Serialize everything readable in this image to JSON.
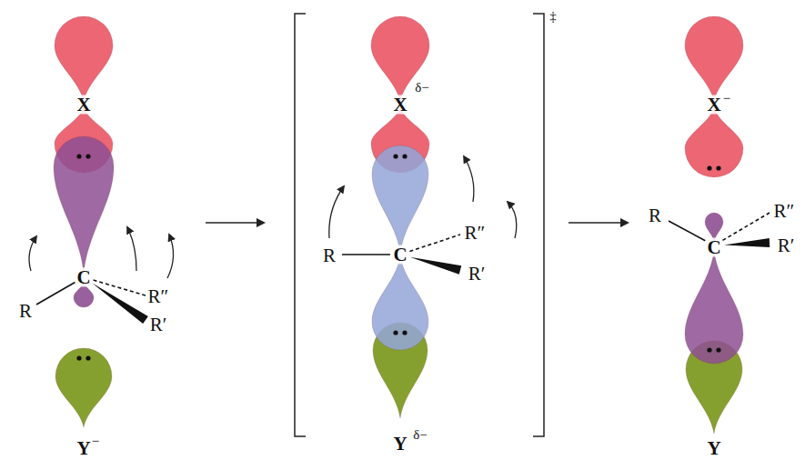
{
  "diagram": {
    "labels": [
      "X",
      "C",
      "R",
      "R″",
      "R′",
      "Y",
      "−",
      "X",
      "δ−",
      "C",
      "R",
      "R″",
      "R′",
      "Y",
      "δ−",
      "‡",
      "X",
      "−",
      "R",
      "C",
      "R″",
      "R′",
      "Y"
    ]
  }
}
